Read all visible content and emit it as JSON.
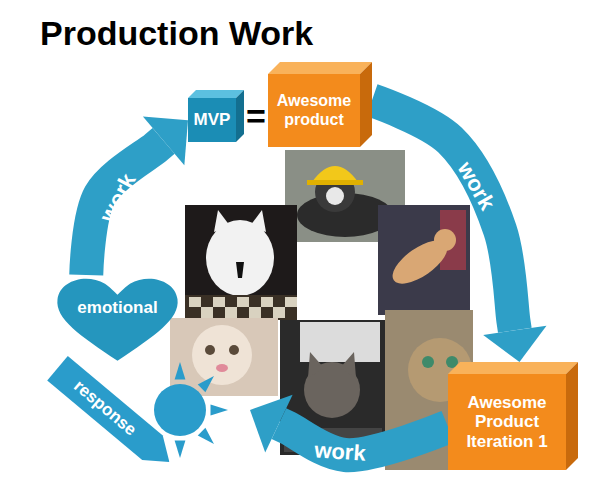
{
  "diagram": {
    "title": "Production Work",
    "nodes": [
      {
        "text": [
          "MVP"
        ]
      },
      {
        "text": [
          "Awesome product"
        ]
      },
      {
        "text": [
          "emotional"
        ]
      },
      {
        "text": [
          "response"
        ]
      },
      {
        "text": [
          "Awesome Product Iteration 1"
        ]
      }
    ],
    "edges": [
      {
        "from": 2,
        "to": 0,
        "label": "work",
        "arrow": "to"
      },
      {
        "from": 1,
        "to": 4,
        "label": "work",
        "arrow": "to"
      },
      {
        "from": 4,
        "to": 3,
        "label": "work",
        "arrow": "to"
      }
    ],
    "labels": [
      "="
    ]
  }
}
